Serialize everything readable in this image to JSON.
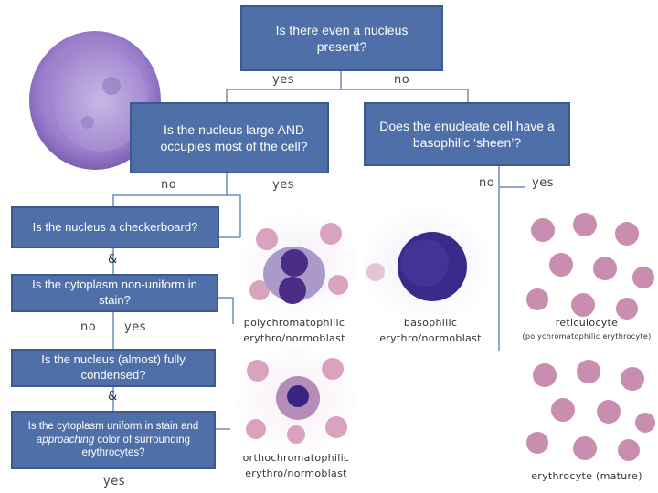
{
  "questions": {
    "q1": "Is there even a nucleus present?",
    "q2": "Is the nucleus large AND occupies most of the cell?",
    "q3": "Does the enucleate cell have a basophilic ‘sheen’?",
    "q4": "Is the nucleus a checkerboard?",
    "q5": "Is the cytoplasm non-uniform in stain?",
    "q6": "Is the nucleus (almost) fully condensed?",
    "q7": "Is the cytoplasm uniform in stain and approaching color of surrounding erythrocytes?"
  },
  "q7_parts": [
    "Is the cytoplasm uniform in stain and ",
    "approaching",
    " color of surrounding erythrocytes?"
  ],
  "answers": {
    "q1_yes": "yes",
    "q1_no": "no",
    "q2_no": "no",
    "q2_yes": "yes",
    "q3_no": "no",
    "q3_yes": "yes",
    "q5_no": "no",
    "q5_yes": "yes",
    "q7_yes": "yes"
  },
  "conjunctions": {
    "amp1": "&",
    "amp2": "&"
  },
  "cells": {
    "polychromatophilic": [
      "polychromatophilic",
      "erythro/normoblast"
    ],
    "basophilic": [
      "basophilic",
      "erythro/normoblast"
    ],
    "reticulocyte": [
      "reticulocyte",
      "(polychromatophilic erythrocyte)"
    ],
    "orthochromatophilic": [
      "orthochromatophilic",
      "erythro/normoblast"
    ],
    "erythrocyte": [
      "erythrocyte (mature)"
    ]
  },
  "colors": {
    "box_fill": "#4f6fa8",
    "box_border": "#3d5a8c",
    "connector": "#6b8cc4",
    "stain_purple": "#5a3f9e",
    "rbc_pink": "#d9a3bf"
  }
}
